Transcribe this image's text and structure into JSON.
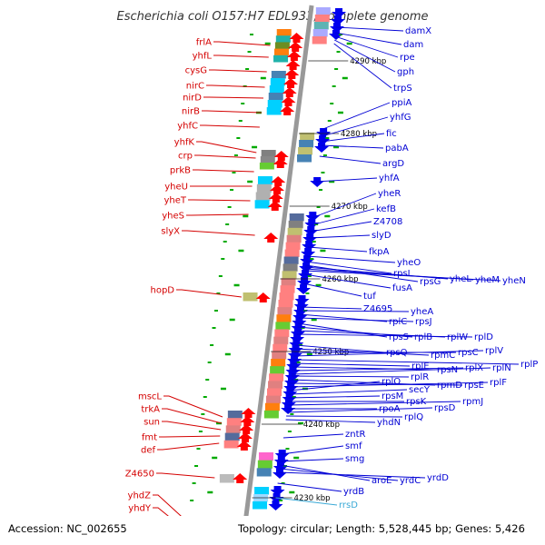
{
  "title": "Escherichia coli O157:H7 EDL933, complete genome",
  "footer": {
    "accession": "Accession: NC_002655",
    "summary": "Topology: circular; Length: 5,528,445 bp; Genes: 5,426"
  },
  "colors": {
    "left_label": "#d40000",
    "right_label": "#0000d4",
    "rna_label": "#3aa9d6",
    "plus_strand": "#ff0000",
    "minus_strand": "#0000ee",
    "backbone": "#999999",
    "tick": "#00aa00"
  },
  "kbp_markers": [
    "4290 kbp",
    "4280 kbp",
    "4270 kbp",
    "4260 kbp",
    "4250 kbp",
    "4240 kbp",
    "4230 kbp"
  ],
  "left_labels": [
    "frlA",
    "yhfL",
    "cysG",
    "nirC",
    "nirD",
    "nirB",
    "yhfC",
    "yhfK",
    "crp",
    "prkB",
    "yheU",
    "yheT",
    "yheS",
    "slyX",
    "hopD",
    "mscL",
    "trkA",
    "sun",
    "fmt",
    "def",
    "Z4650",
    "yhdZ",
    "yhdY"
  ],
  "right_labels": [
    "damX",
    "dam",
    "rpe",
    "gph",
    "trpS",
    "ppiA",
    "yhfG",
    "fic",
    "pabA",
    "argD",
    "yhfA",
    "yheR",
    "kefB",
    "Z4708",
    "slyD",
    "fkpA",
    "yheO",
    "rpsL",
    "rpsG",
    "yheL",
    "yheM",
    "yheN",
    "fusA",
    "tuf",
    "Z4695",
    "yheA",
    "rplC",
    "rpsJ",
    "rpsS",
    "rplB",
    "rplW",
    "rplD",
    "rpsQ",
    "rpmC",
    "rpsC",
    "rplV",
    "rplP",
    "rplE",
    "rpsN",
    "rplX",
    "rplN",
    "rplR",
    "rpmD",
    "rpsE",
    "rplF",
    "rplO",
    "secY",
    "rpsM",
    "rpsK",
    "rpmJ",
    "rpoA",
    "rpsD",
    "rplQ",
    "yhdN",
    "zntR",
    "smf",
    "smg",
    "aroE",
    "yrdC",
    "yrdD",
    "yrdB",
    "rrsD"
  ]
}
